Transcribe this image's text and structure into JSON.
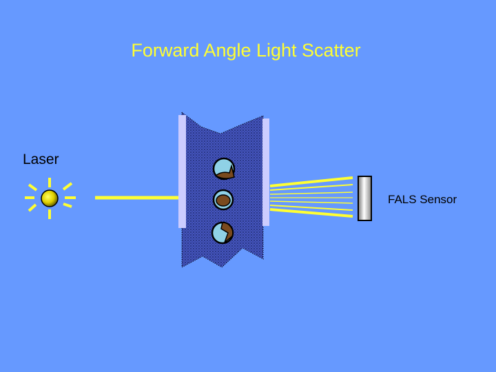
{
  "title": "Forward Angle Light Scatter",
  "labels": {
    "laser": "Laser",
    "sensor": "FALS Sensor"
  },
  "colors": {
    "background": "#6699ff",
    "title": "#ffff33",
    "beam": "#ffff33",
    "flow_cell_wall": "#ccccff",
    "fluid": "#4455bb",
    "cell": "#8fd1e6",
    "nucleus": "#7a4a1e"
  },
  "icons": [
    "laser-source-icon",
    "flow-cell-icon",
    "cell-icon",
    "sensor-icon"
  ]
}
